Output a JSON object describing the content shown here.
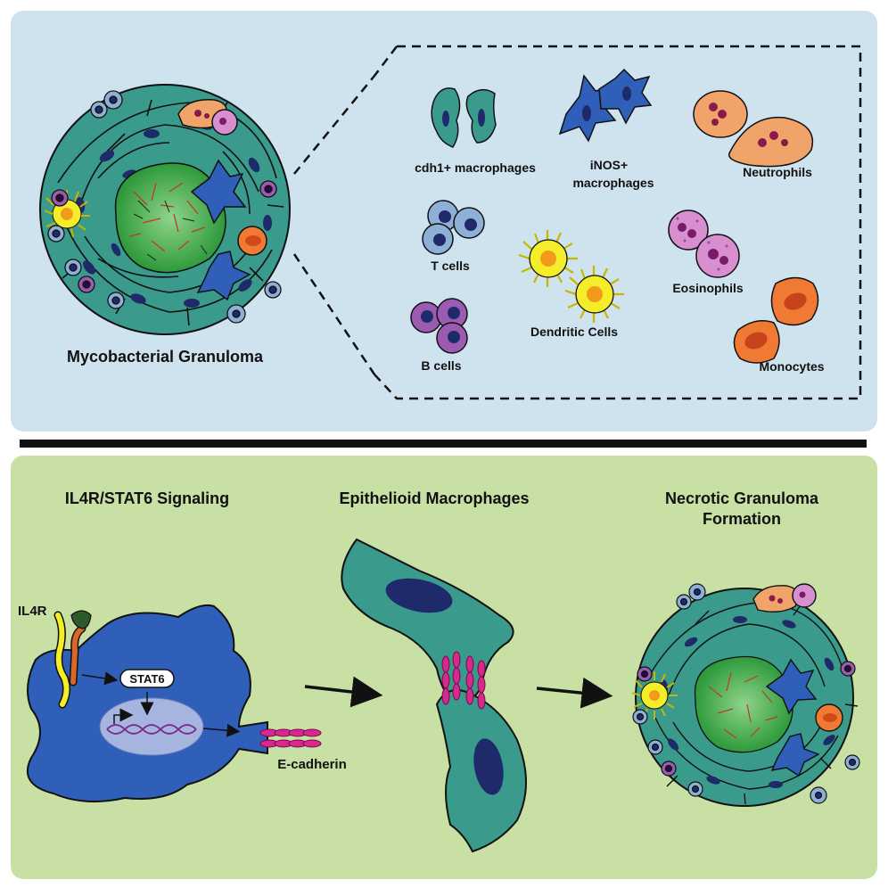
{
  "top_panel": {
    "granuloma_label": "Mycobacterial Granuloma",
    "cells": {
      "cdh1_macrophages": "cdh1+ macrophages",
      "inos_line1": "iNOS+",
      "inos_line2": "macrophages",
      "neutrophils": "Neutrophils",
      "t_cells": "T cells",
      "dendritic_cells": "Dendritic Cells",
      "eosinophils": "Eosinophils",
      "b_cells": "B cells",
      "monocytes": "Monocytes"
    }
  },
  "bottom_panel": {
    "step1_title": "IL4R/STAT6 Signaling",
    "step2_title": "Epithelioid Macrophages",
    "step3_title_line1": "Necrotic Granuloma",
    "step3_title_line2": "Formation",
    "il4r_label": "IL4R",
    "stat6_label": "STAT6",
    "ecadherin_label": "E-cadherin"
  },
  "colors": {
    "top_bg": "#cfe3ef",
    "bottom_bg": "#c8e0a4",
    "macrophage_teal": "#3a9a8c",
    "inos_blue": "#2f5fb8",
    "tcell_blue": "#8fb0d6",
    "bcell_purple": "#9a5bb0",
    "neutrophil_orange": "#f0a46a",
    "eosinophil_pink": "#d88fd0",
    "monocyte_orange": "#f07a34",
    "dendritic_yellow": "#f4ee2a",
    "ecadherin_magenta": "#d42a8c"
  }
}
